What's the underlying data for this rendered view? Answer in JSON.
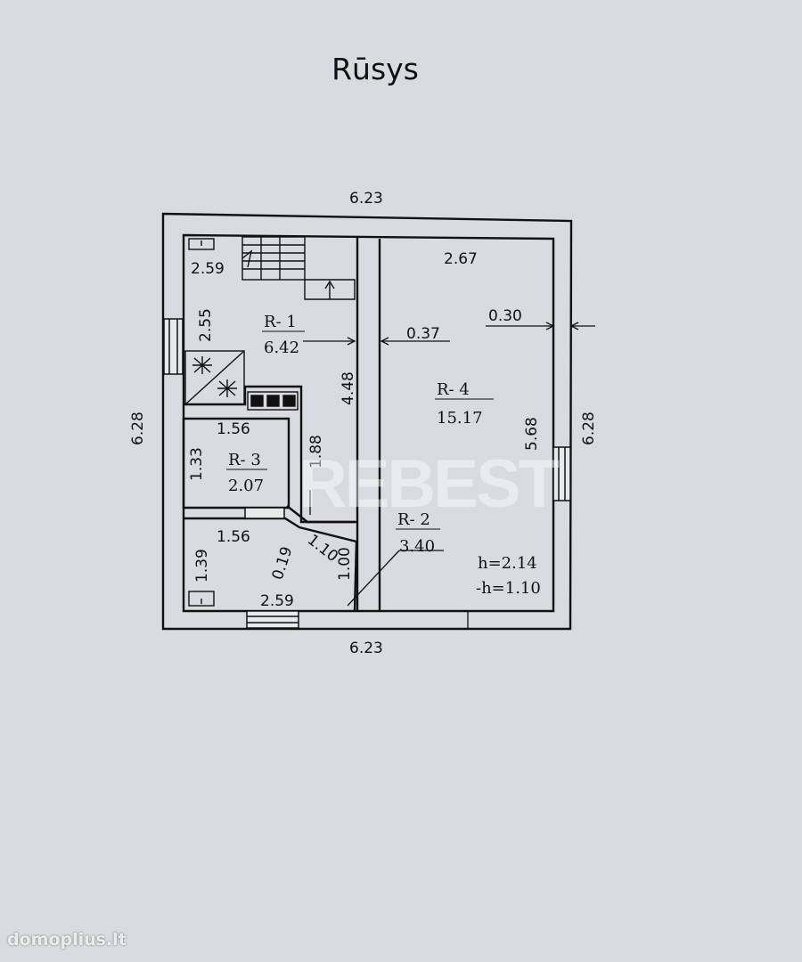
{
  "title": "Rūsys",
  "watermark": "REBEST",
  "source_mark": "domoplius.lt",
  "colors": {
    "background": "#d9dbe0",
    "ink": "#111111",
    "watermark": "#ffffff"
  },
  "dimensions": {
    "top_overall": "6.23",
    "bottom_overall": "6.23",
    "left_overall": "6.28",
    "right_overall": "6.28",
    "stair_width": "2.59",
    "r1_height": "2.55",
    "r1_depth": "4.48",
    "r3_width": "1.56",
    "r3_height": "1.33",
    "passage_length": "1.88",
    "r5_width": "1.56",
    "r5_height": "1.39",
    "r5_diag": "0.19",
    "r5_bottom": "2.59",
    "r2_width": "1.10",
    "r2_depth": "1.00",
    "r4_width": "2.67",
    "r4_wall": "0.37",
    "r4_outer_wall": "0.30",
    "r4_height": "5.68"
  },
  "rooms": [
    {
      "label": "R- 1",
      "area": "6.42"
    },
    {
      "label": "R- 2",
      "area": "3.40"
    },
    {
      "label": "R- 3",
      "area": "2.07"
    },
    {
      "label": "R- 4",
      "area": "15.17"
    }
  ],
  "heights": {
    "h": "h=2.14",
    "minus_h": "-h=1.10"
  }
}
